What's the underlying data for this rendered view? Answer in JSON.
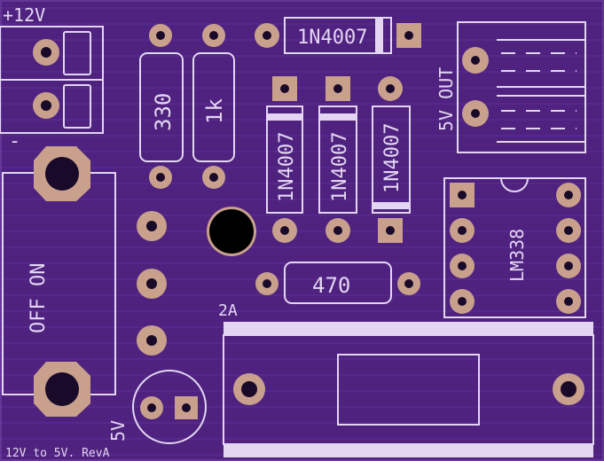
{
  "labels": {
    "input_voltage": "+12V",
    "negative": "-",
    "switch": "OFF ON",
    "r1": "330",
    "r2": "1k",
    "diode": "1N4007",
    "r3": "470",
    "output": "5V OUT",
    "regulator": "LM338",
    "fuse": "2A",
    "led": "5V",
    "revision": "12V to 5V. RevA"
  },
  "colors": {
    "board": "#4e227e",
    "silkscreen": "#e4d6f2",
    "pad": "#c8a08c",
    "drill": "#1a0a2a"
  }
}
